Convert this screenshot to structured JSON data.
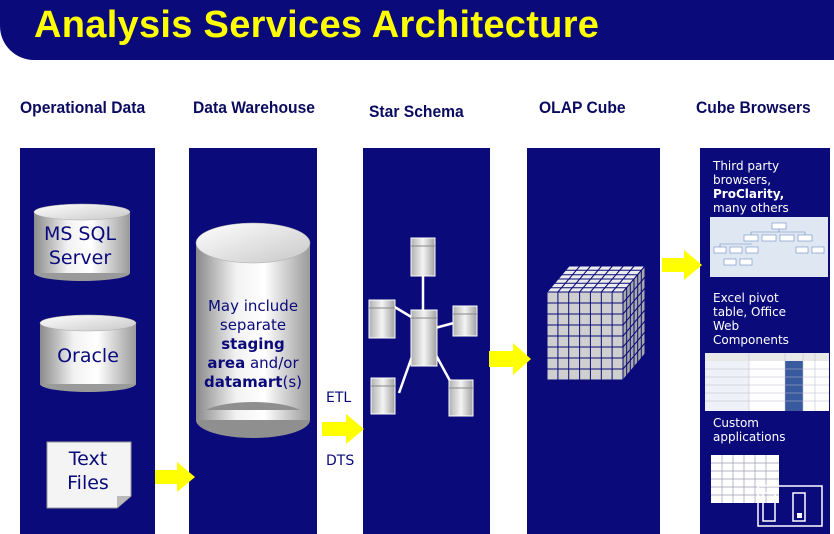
{
  "title": "Analysis Services Architecture",
  "columns": {
    "operational": "Operational Data",
    "warehouse": "Data Warehouse",
    "star": "Star Schema",
    "olap": "OLAP Cube",
    "browsers": "Cube Browsers"
  },
  "sources": {
    "sql_line1": "MS SQL",
    "sql_line2": "Server",
    "oracle": "Oracle",
    "text_line1": "Text",
    "text_line2": "Files"
  },
  "warehouse": {
    "line1": "May include",
    "line2": "separate",
    "line3": "staging",
    "line4a": "area",
    "line4b": " and/or",
    "line5a": "datamart",
    "line5b": "(s)"
  },
  "labels": {
    "etl": "ETL",
    "dts": "DTS"
  },
  "browsers": {
    "b1_line1": "Third party",
    "b1_line2": "browsers,",
    "b1_line3": "ProClarity,",
    "b1_line4": "many others",
    "b2_line1": "Excel pivot",
    "b2_line2": "table, Office",
    "b2_line3": "Web",
    "b2_line4": "Components",
    "b3_line1": "Custom",
    "b3_line2": "applications"
  },
  "colors": {
    "panel": "#0a0a7a",
    "title": "#ffff00",
    "arrow": "#ffff00"
  }
}
